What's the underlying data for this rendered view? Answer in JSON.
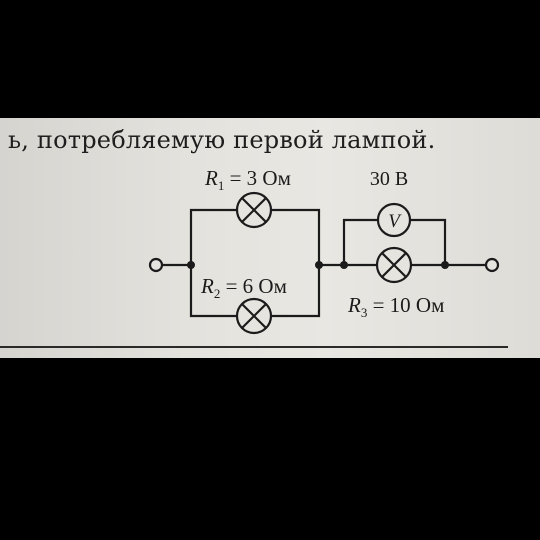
{
  "text": {
    "problem_fragment": "ь, потребляемую первой лампой."
  },
  "labels": {
    "r1_symbol": "R",
    "r1_sub": "1",
    "r1_value": " = 3 Ом",
    "r2_symbol": "R",
    "r2_sub": "2",
    "r2_value": " = 6 Ом",
    "r3_symbol": "R",
    "r3_sub": "3",
    "r3_value": " = 10 Ом",
    "voltmeter_reading": "30 В",
    "voltmeter_letter": "V"
  },
  "colors": {
    "ink": "#1b1b1b",
    "paper": "#e4e2dd",
    "background": "#000000"
  }
}
